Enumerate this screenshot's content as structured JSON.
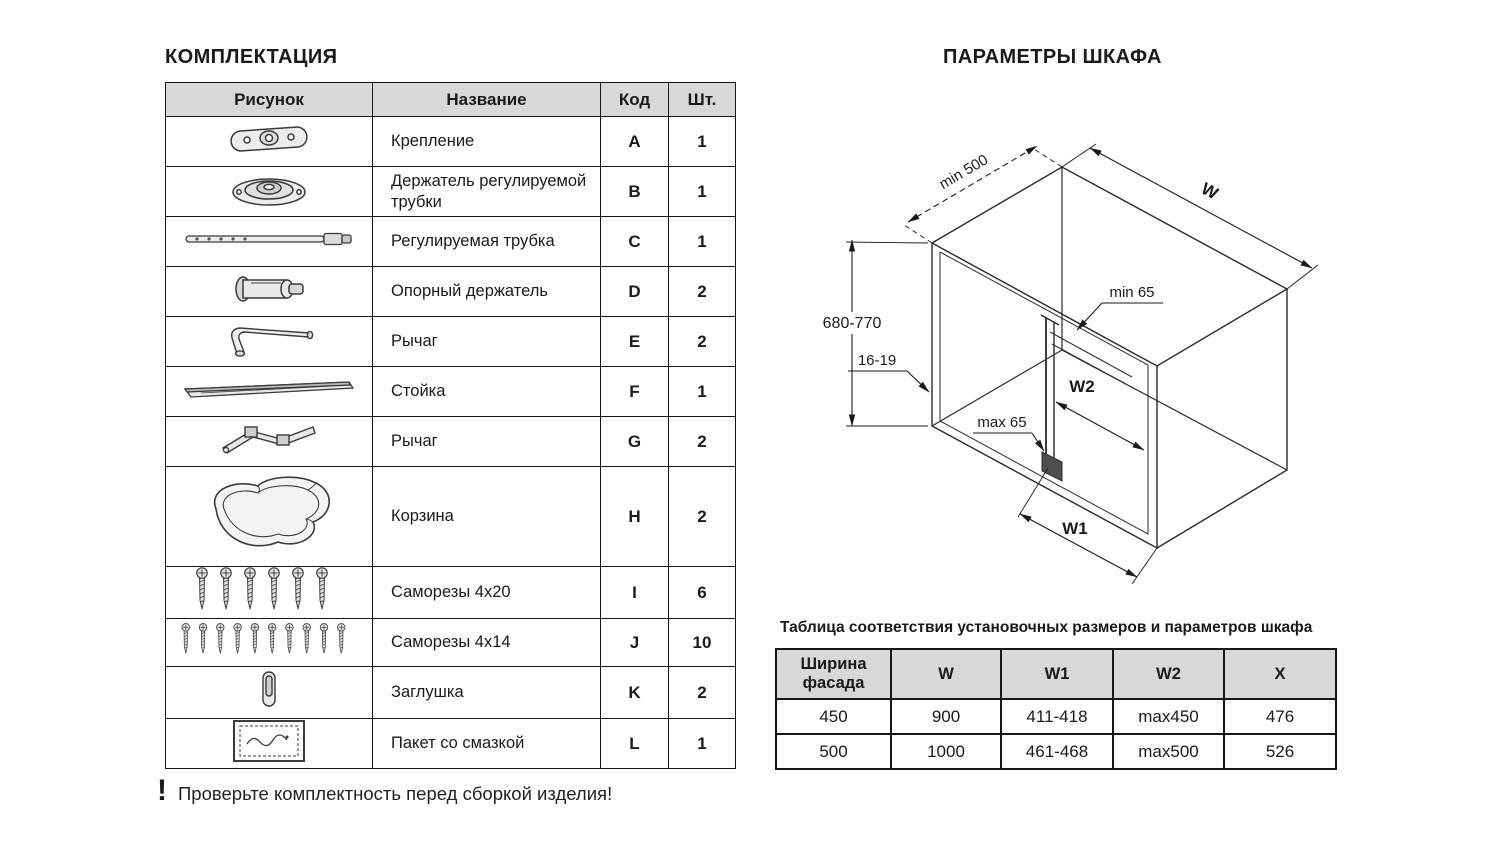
{
  "colors": {
    "header_bg": "#d8d8d8",
    "border": "#161616",
    "text": "#1a1a1a",
    "background": "#ffffff"
  },
  "kit": {
    "title": "КОМПЛЕКТАЦИЯ",
    "headers": [
      "Рисунок",
      "Название",
      "Код",
      "Шт."
    ],
    "rows": [
      {
        "icon": "mount-bracket-icon",
        "name": "Крепление",
        "code": "A",
        "qty": "1"
      },
      {
        "icon": "tube-holder-icon",
        "name": "Держатель регулируемой трубки",
        "code": "B",
        "qty": "1"
      },
      {
        "icon": "adjustable-tube-icon",
        "name": "Регулируемая трубка",
        "code": "C",
        "qty": "1"
      },
      {
        "icon": "support-holder-icon",
        "name": "Опорный держатель",
        "code": "D",
        "qty": "2"
      },
      {
        "icon": "lever-icon",
        "name": "Рычаг",
        "code": "E",
        "qty": "2"
      },
      {
        "icon": "stand-rail-icon",
        "name": "Стойка",
        "code": "F",
        "qty": "1"
      },
      {
        "icon": "lever-arm-icon",
        "name": "Рычаг",
        "code": "G",
        "qty": "2"
      },
      {
        "icon": "basket-icon",
        "name": "Корзина",
        "code": "H",
        "qty": "2"
      },
      {
        "icon": "screws-4x20-icon",
        "name": "Саморезы 4x20",
        "code": "I",
        "qty": "6"
      },
      {
        "icon": "screws-4x14-icon",
        "name": "Саморезы 4x14",
        "code": "J",
        "qty": "10"
      },
      {
        "icon": "plug-cap-icon",
        "name": "Заглушка",
        "code": "K",
        "qty": "2"
      },
      {
        "icon": "grease-pack-icon",
        "name": "Пакет со смазкой",
        "code": "L",
        "qty": "1"
      }
    ]
  },
  "cabinet": {
    "title": "ПАРАМЕТРЫ ШКАФА",
    "labels": {
      "depth": "min 500",
      "width": "W",
      "height": "680-770",
      "thickness": "16-19",
      "top_clearance": "min 65",
      "w2": "W2",
      "bottom_clearance": "max 65",
      "w1": "W1"
    }
  },
  "params": {
    "caption": "Таблица соответствия установочных размеров и параметров шкафа",
    "headers": [
      "Ширина фасада",
      "W",
      "W1",
      "W2",
      "X"
    ],
    "rows": [
      [
        "450",
        "900",
        "411-418",
        "max450",
        "476"
      ],
      [
        "500",
        "1000",
        "461-468",
        "max500",
        "526"
      ]
    ]
  },
  "footer": {
    "mark": "!",
    "text": "Проверьте  комплектность перед сборкой изделия!"
  }
}
